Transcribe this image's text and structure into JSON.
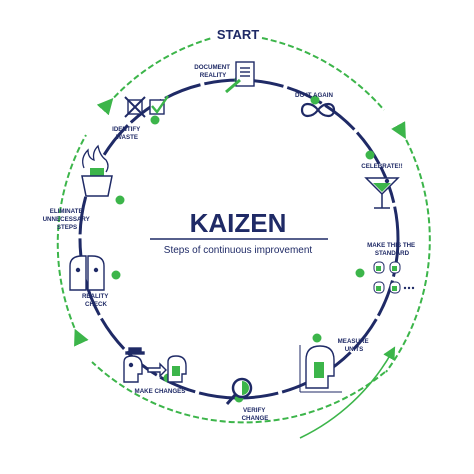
{
  "start": "START",
  "title": "KAIZEN",
  "subtitle": "Steps of continuous improvement",
  "steps": {
    "document_reality": [
      "DOCUMENT",
      "REALITY"
    ],
    "do_it_again": [
      "DO IT AGAIN"
    ],
    "celebrate": [
      "CELEBRATE!!"
    ],
    "make_standard": [
      "MAKE THIS THE",
      "STANDARD"
    ],
    "measure_units": [
      "MEASURE",
      "UNITS"
    ],
    "verify_change": [
      "VERIFY",
      "CHANGE"
    ],
    "make_changes": [
      "MAKE CHANGES"
    ],
    "reality_check": [
      "REALITY",
      "CHECK"
    ],
    "eliminate_steps": [
      "ELIMINATE",
      "UNNECESSARY",
      "STEPS"
    ],
    "identify_waste": [
      "IDENTIFY",
      "WASTE"
    ]
  },
  "colors": {
    "navy": "#1f2a66",
    "green": "#3cb54a",
    "light_green": "#a8dca8",
    "icon_blue": "#2d6cb0"
  }
}
